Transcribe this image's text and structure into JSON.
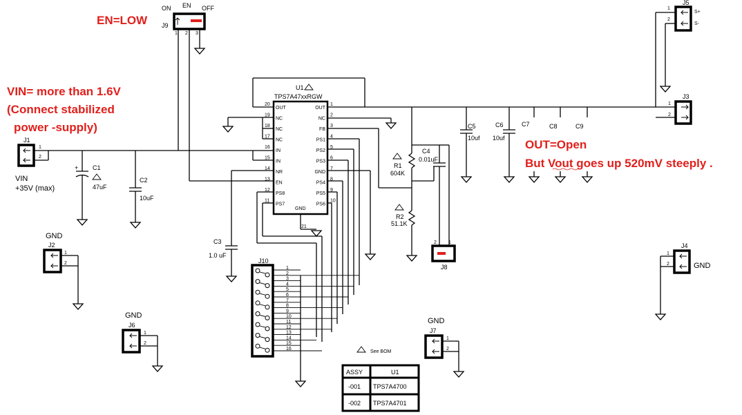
{
  "annotations": {
    "en_low": "EN=LOW",
    "vin_line1": "VIN= more than 1.6V",
    "vin_line2": "(Connect stabilized",
    "vin_line3": "power -supply)",
    "out_line1": "OUT=Open",
    "out_line2": "But Vout goes up 520mV steeply .",
    "color": "#e0201c"
  },
  "ic": {
    "ref": "U1",
    "part": "TPS7A47xxRGW",
    "gnd_pin_label": "GND",
    "gnd_pin_num": "21",
    "left_pins": [
      {
        "num": "20",
        "name": "OUT"
      },
      {
        "num": "19",
        "name": "NC"
      },
      {
        "num": "18",
        "name": "NC"
      },
      {
        "num": "17",
        "name": "NC"
      },
      {
        "num": "16",
        "name": "IN"
      },
      {
        "num": "15",
        "name": "IN"
      },
      {
        "num": "14",
        "name": "NR"
      },
      {
        "num": "13",
        "name": "EN"
      },
      {
        "num": "12",
        "name": "PS8"
      },
      {
        "num": "11",
        "name": "PS7"
      }
    ],
    "right_pins": [
      {
        "num": "1",
        "name": "OUT"
      },
      {
        "num": "2",
        "name": "NC"
      },
      {
        "num": "3",
        "name": "FB"
      },
      {
        "num": "4",
        "name": "PS1"
      },
      {
        "num": "5",
        "name": "PS2"
      },
      {
        "num": "6",
        "name": "PS3"
      },
      {
        "num": "7",
        "name": "GND"
      },
      {
        "num": "8",
        "name": "PS4"
      },
      {
        "num": "9",
        "name": "PS5"
      },
      {
        "num": "10",
        "name": "PS6"
      }
    ]
  },
  "jumper_j9": {
    "ref": "J9",
    "title": "EN",
    "on": "ON",
    "off": "OFF",
    "pins": [
      "1",
      "2",
      "3"
    ]
  },
  "connectors": {
    "j1": {
      "ref": "J1",
      "pins": [
        "1",
        "2"
      ],
      "label1": "VIN",
      "label2": "+35V  (max)"
    },
    "j2": {
      "ref": "J2",
      "pins": [
        "1",
        "2"
      ],
      "label": "GND"
    },
    "j3": {
      "ref": "J3",
      "pins": [
        "1",
        "2"
      ]
    },
    "j4": {
      "ref": "J4",
      "pins": [
        "1",
        "2"
      ],
      "label": "GND"
    },
    "j5": {
      "ref": "J5",
      "pins": [
        "1",
        "2"
      ],
      "s_plus": "S+",
      "s_minus": "S-"
    },
    "j6": {
      "ref": "J6",
      "pins": [
        "1",
        "2"
      ],
      "label": "GND"
    },
    "j7": {
      "ref": "J7",
      "pins": [
        "1",
        "2"
      ],
      "label": "GND"
    },
    "j8": {
      "ref": "J8",
      "pins": [
        "2",
        "1"
      ]
    },
    "j10": {
      "ref": "J10",
      "pins": [
        "1",
        "2",
        "3",
        "4",
        "5",
        "6",
        "7",
        "8",
        "9",
        "10",
        "11",
        "12",
        "13",
        "14",
        "15",
        "16"
      ]
    }
  },
  "components": {
    "c1": {
      "ref": "C1",
      "value": "47uF"
    },
    "c2": {
      "ref": "C2",
      "value": "10uF"
    },
    "c3": {
      "ref": "C3",
      "value": "1.0 uF"
    },
    "c4": {
      "ref": "C4",
      "value": "0.01uF"
    },
    "c5": {
      "ref": "C5",
      "value": "10uf"
    },
    "c6": {
      "ref": "C6",
      "value": "10uf"
    },
    "c7": {
      "ref": "C7"
    },
    "c8": {
      "ref": "C8"
    },
    "c9": {
      "ref": "C9"
    },
    "r1": {
      "ref": "R1",
      "value": "604K"
    },
    "r2": {
      "ref": "R2",
      "value": "51.1K"
    }
  },
  "bom": {
    "note": "See BOM",
    "headers": [
      "ASSY",
      "U1"
    ],
    "rows": [
      [
        "-001",
        "TPS7A4700"
      ],
      [
        "-002",
        "TPS7A4701"
      ]
    ]
  }
}
